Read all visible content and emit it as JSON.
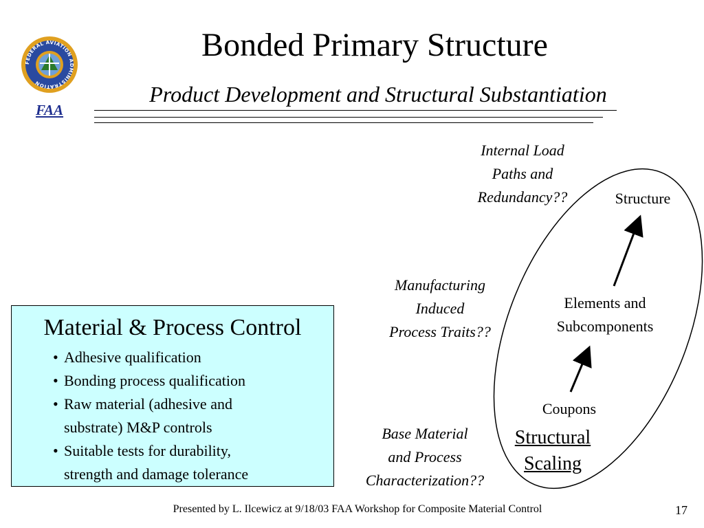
{
  "header": {
    "logo_text": "FEDERAL AVIATION ADMINISTRATION",
    "faa_label": "FAA",
    "title": "Bonded Primary Structure",
    "subtitle": "Product Development and Structural Substantiation"
  },
  "control_box": {
    "title": "Material & Process Control",
    "bullet": "•",
    "items": [
      {
        "lines": [
          "Adhesive qualification"
        ]
      },
      {
        "lines": [
          "Bonding process qualification"
        ]
      },
      {
        "lines": [
          "Raw material (adhesive and",
          "substrate) M&P controls"
        ]
      },
      {
        "lines": [
          "Suitable tests for durability,",
          "strength and damage tolerance"
        ]
      }
    ]
  },
  "questions": {
    "internal_load": [
      "Internal Load",
      "Paths and",
      "Redundancy??"
    ],
    "manufacturing": [
      "Manufacturing",
      "Induced",
      "Process Traits??"
    ],
    "base_material": [
      "Base Material",
      "and Process",
      "Characterization??"
    ]
  },
  "levels": {
    "structure": "Structure",
    "elements": [
      "Elements and",
      "Subcomponents"
    ],
    "coupons": "Coupons"
  },
  "scaling": [
    "Structural",
    "Scaling"
  ],
  "colors": {
    "box_fill": "#ccffff",
    "faa_blue": "#1f2f8f",
    "logo_gold": "#e0a020",
    "logo_blue": "#2a4aa0"
  },
  "footer": {
    "text": "Presented by L. Ilcewicz at 9/18/03 FAA Workshop for Composite Material Control",
    "page_number": "17"
  }
}
